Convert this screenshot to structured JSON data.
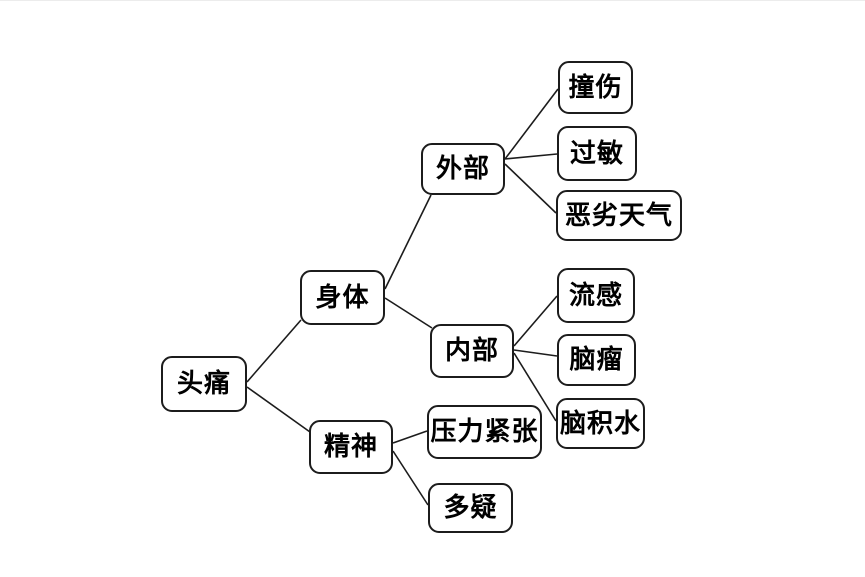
{
  "diagram": {
    "type": "tree",
    "topic": "headache causes mind map",
    "nodes": {
      "headache": {
        "label": "头痛",
        "level": 0
      },
      "body": {
        "label": "身体",
        "level": 1
      },
      "mind": {
        "label": "精神",
        "level": 1
      },
      "external": {
        "label": "外部",
        "level": 2
      },
      "internal": {
        "label": "内部",
        "level": 2
      },
      "stress": {
        "label": "压力紧张",
        "level": 2
      },
      "paranoia": {
        "label": "多疑",
        "level": 2
      },
      "bruise": {
        "label": "撞伤",
        "level": 3
      },
      "allergy": {
        "label": "过敏",
        "level": 3
      },
      "bad_weather": {
        "label": "恶劣天气",
        "level": 3
      },
      "flu": {
        "label": "流感",
        "level": 3
      },
      "brain_tumor": {
        "label": "脑瘤",
        "level": 3
      },
      "hydrocephalus": {
        "label": "脑积水",
        "level": 3
      }
    },
    "edges": [
      {
        "from": "headache",
        "to": "body"
      },
      {
        "from": "headache",
        "to": "mind"
      },
      {
        "from": "body",
        "to": "external"
      },
      {
        "from": "body",
        "to": "internal"
      },
      {
        "from": "external",
        "to": "bruise"
      },
      {
        "from": "external",
        "to": "allergy"
      },
      {
        "from": "external",
        "to": "bad_weather"
      },
      {
        "from": "internal",
        "to": "flu"
      },
      {
        "from": "internal",
        "to": "brain_tumor"
      },
      {
        "from": "internal",
        "to": "hydrocephalus"
      },
      {
        "from": "mind",
        "to": "stress"
      },
      {
        "from": "mind",
        "to": "paranoia"
      }
    ],
    "colors": {
      "background": "#ffffff",
      "node_fill": "#ffffff",
      "node_border": "#1c1c1c",
      "edge_line": "#1c1c1c",
      "text": "#000000"
    }
  }
}
